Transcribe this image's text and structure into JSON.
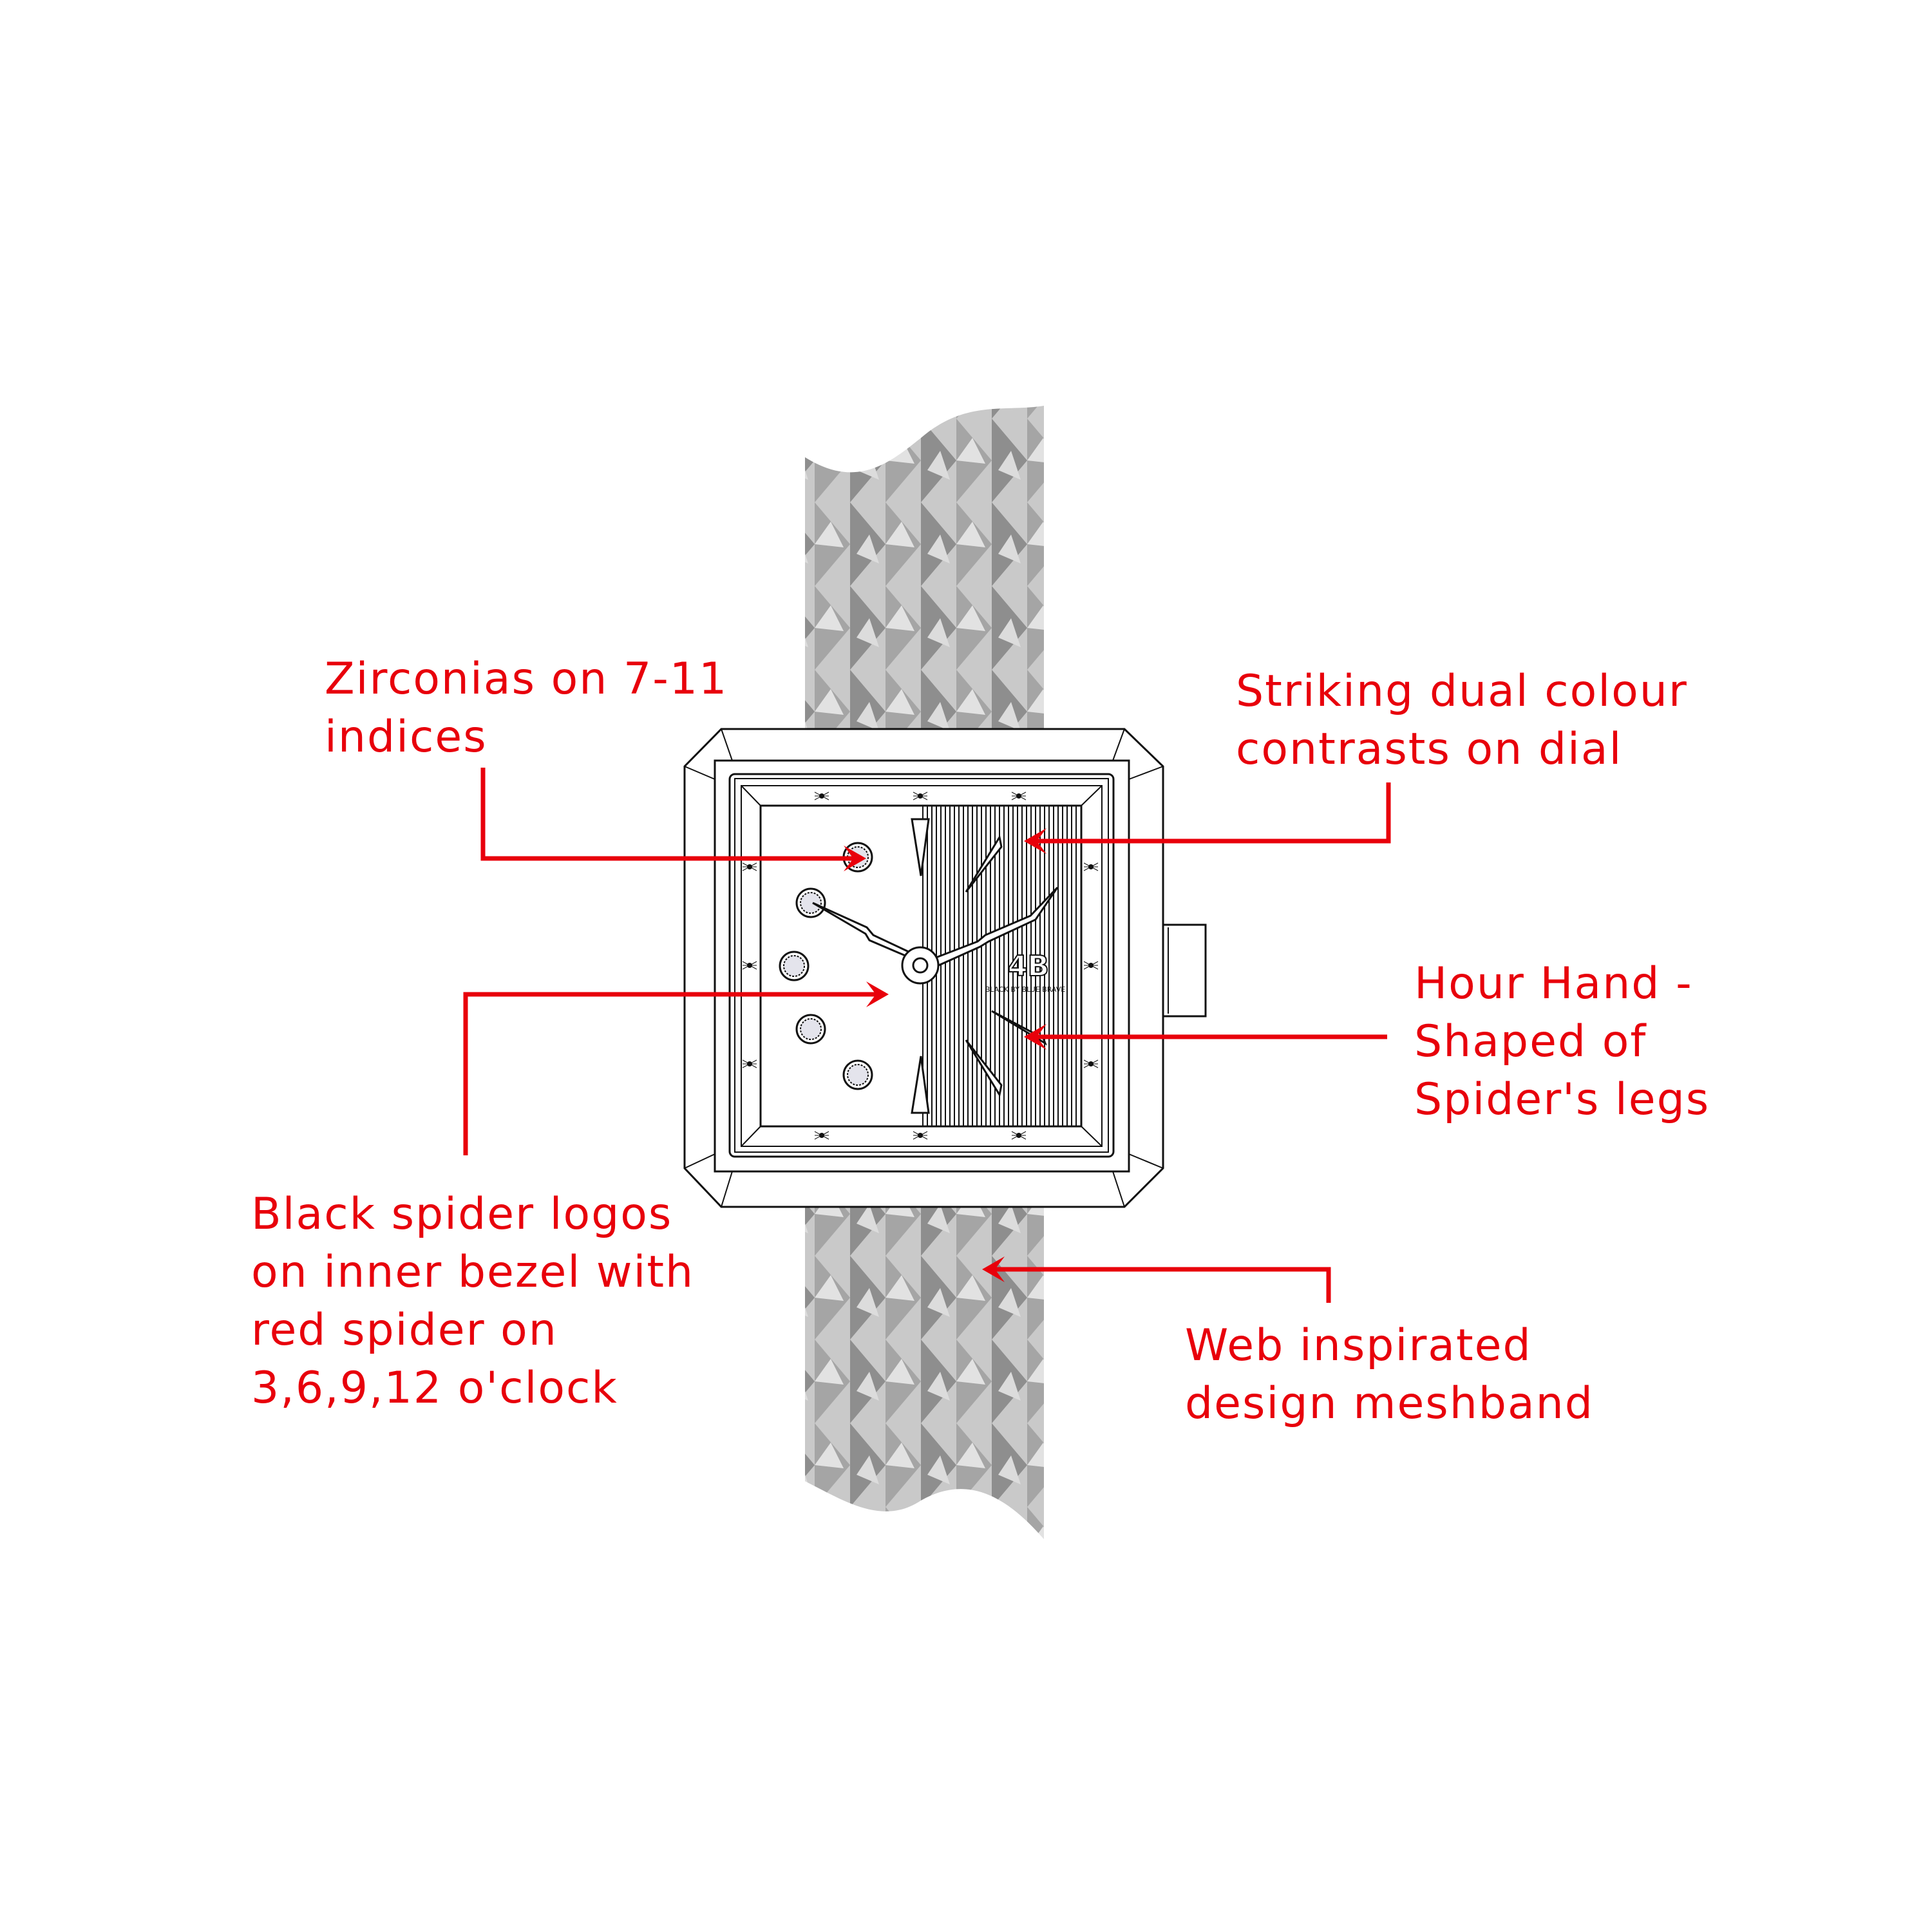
{
  "colors": {
    "annotation": "#e8000b",
    "line": "#111111",
    "strap": "#9a9a9a"
  },
  "watch": {
    "brand_text": "BLACK BY BLUE BRAVE",
    "logo_mark": "4B"
  },
  "annotations": {
    "zirconias": [
      "Zirconias on 7-11",
      "indices"
    ],
    "dual_colour": [
      "Striking dual colour",
      "contrasts on dial"
    ],
    "hour_hand": [
      "Hour Hand -",
      "Shaped of",
      "Spider's legs"
    ],
    "spider_logos": [
      "Black spider logos",
      "on inner bezel with",
      "red spider on",
      "3,6,9,12 o'clock"
    ],
    "meshband": [
      "Web inspirated",
      "design meshband"
    ]
  }
}
